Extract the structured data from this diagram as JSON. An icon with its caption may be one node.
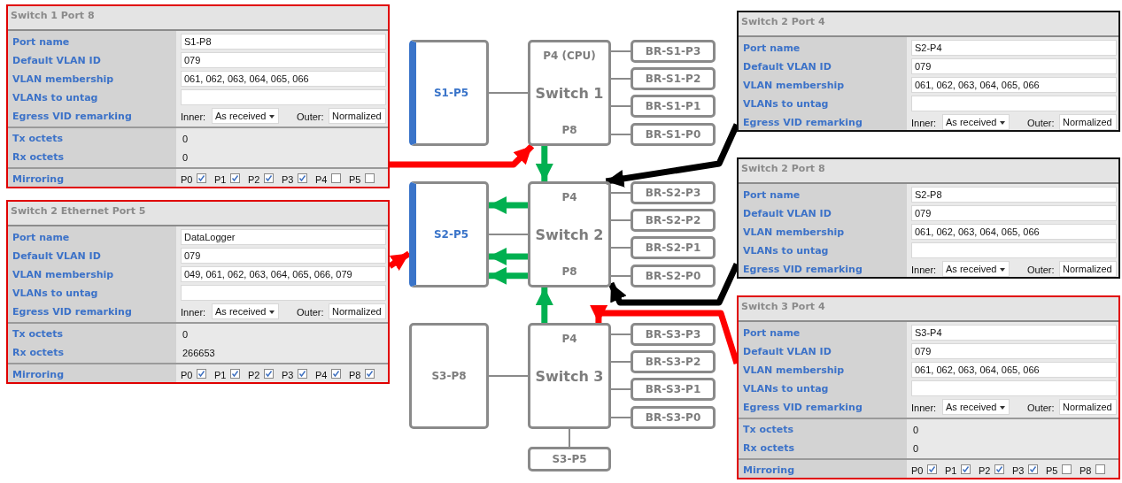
{
  "diagram": {
    "nodes": [
      {
        "text": [
          "Switch 1 Port 8",
          "Port name",
          "S1-P8",
          "Default VLAN ID",
          "079",
          "VLAN membership",
          "061, 062, 063, 064, 065, 066",
          "VLANs to untag",
          "Egress VID remarking",
          "Inner:",
          "As received",
          "Outer:",
          "Normalized",
          "Tx octets",
          "0",
          "Rx octets",
          "0",
          "Mirroring",
          "P0",
          "P1",
          "P2",
          "P3",
          "P4",
          "P5"
        ]
      },
      {
        "text": [
          "Switch 2 Ethernet Port 5",
          "Port name",
          "DataLogger",
          "Default VLAN ID",
          "079",
          "VLAN membership",
          "049, 061, 062, 063, 064, 065, 066, 079",
          "VLANs to untag",
          "Egress VID remarking",
          "Inner:",
          "As received",
          "Outer:",
          "Normalized",
          "Tx octets",
          "0",
          "Rx octets",
          "266653",
          "Mirroring",
          "P0",
          "P1",
          "P2",
          "P3",
          "P4",
          "P8"
        ]
      },
      {
        "text": [
          "S1-P5"
        ]
      },
      {
        "text": [
          "P4 (CPU)",
          "Switch 1",
          "P8"
        ]
      },
      {
        "text": [
          "BR-S1-P3"
        ]
      },
      {
        "text": [
          "BR-S1-P2"
        ]
      },
      {
        "text": [
          "BR-S1-P1"
        ]
      },
      {
        "text": [
          "BR-S1-P0"
        ]
      },
      {
        "text": [
          "S2-P5"
        ]
      },
      {
        "text": [
          "P4",
          "Switch 2",
          "P8"
        ]
      },
      {
        "text": [
          "BR-S2-P3"
        ]
      },
      {
        "text": [
          "BR-S2-P2"
        ]
      },
      {
        "text": [
          "BR-S2-P1"
        ]
      },
      {
        "text": [
          "BR-S2-P0"
        ]
      },
      {
        "text": [
          "S3-P8"
        ]
      },
      {
        "text": [
          "P4",
          "Switch 3"
        ]
      },
      {
        "text": [
          "BR-S3-P3"
        ]
      },
      {
        "text": [
          "BR-S3-P2"
        ]
      },
      {
        "text": [
          "BR-S3-P1"
        ]
      },
      {
        "text": [
          "BR-S3-P0"
        ]
      },
      {
        "text": [
          "S3-P5"
        ]
      },
      {
        "text": [
          "Switch 2 Port 4",
          "Port name",
          "S2-P4",
          "Default VLAN ID",
          "079",
          "VLAN membership",
          "061, 062, 063, 064, 065, 066",
          "VLANs to untag",
          "Egress VID remarking",
          "Inner:",
          "As received",
          "Outer:",
          "Normalized"
        ]
      },
      {
        "text": [
          "Switch 2 Port 8",
          "Port name",
          "S2-P8",
          "Default VLAN ID",
          "079",
          "VLAN membership",
          "061, 062, 063, 064, 065, 066",
          "VLANs to untag",
          "Egress VID remarking",
          "Inner:",
          "As received",
          "Outer:",
          "Normalized"
        ]
      },
      {
        "text": [
          "Switch 3 Port 4",
          "Port name",
          "S3-P4",
          "Default VLAN ID",
          "079",
          "VLAN membership",
          "061, 062, 063, 064, 065, 066",
          "VLANs to untag",
          "Egress VID remarking",
          "Inner:",
          "As received",
          "Outer:",
          "Normalized",
          "Tx octets",
          "0",
          "Rx octets",
          "0",
          "Mirroring",
          "P0",
          "P1",
          "P2",
          "P3",
          "P5",
          "P8"
        ]
      }
    ],
    "edges": [
      {
        "from": 2,
        "to": 3,
        "arrow": "none"
      },
      {
        "from": 3,
        "to": 4,
        "arrow": "none"
      },
      {
        "from": 3,
        "to": 5,
        "arrow": "none"
      },
      {
        "from": 3,
        "to": 6,
        "arrow": "none"
      },
      {
        "from": 3,
        "to": 7,
        "arrow": "none"
      },
      {
        "from": 8,
        "to": 9,
        "arrow": "none"
      },
      {
        "from": 9,
        "to": 10,
        "arrow": "none"
      },
      {
        "from": 9,
        "to": 11,
        "arrow": "none"
      },
      {
        "from": 9,
        "to": 12,
        "arrow": "none"
      },
      {
        "from": 9,
        "to": 13,
        "arrow": "none"
      },
      {
        "from": 14,
        "to": 15,
        "arrow": "none"
      },
      {
        "from": 15,
        "to": 16,
        "arrow": "none"
      },
      {
        "from": 15,
        "to": 17,
        "arrow": "none"
      },
      {
        "from": 15,
        "to": 18,
        "arrow": "none"
      },
      {
        "from": 15,
        "to": 19,
        "arrow": "none"
      },
      {
        "from": 15,
        "to": 20,
        "arrow": "none"
      },
      {
        "from": 0,
        "to": 3,
        "arrow": "to",
        "style": "thick",
        "color": "#ff0000"
      },
      {
        "from": 1,
        "to": 8,
        "arrow": "to",
        "style": "thick",
        "color": "#ff0000"
      },
      {
        "from": 21,
        "to": 9,
        "arrow": "to",
        "style": "thick",
        "color": "#000000"
      },
      {
        "from": 22,
        "to": 9,
        "arrow": "to",
        "style": "thick",
        "color": "#000000"
      },
      {
        "from": 23,
        "to": 15,
        "arrow": "to",
        "style": "thick",
        "color": "#ff0000"
      },
      {
        "from": 3,
        "to": 9,
        "arrow": "to",
        "style": "thick",
        "color": "#00b050"
      },
      {
        "from": 9,
        "to": 8,
        "arrow": "to",
        "style": "thick",
        "color": "#00b050"
      },
      {
        "from": 9,
        "to": 8,
        "arrow": "to",
        "style": "thick",
        "color": "#00b050"
      },
      {
        "from": 9,
        "to": 8,
        "arrow": "to",
        "style": "thick",
        "color": "#00b050"
      },
      {
        "from": 15,
        "to": 9,
        "arrow": "to",
        "style": "thick",
        "color": "#00b050"
      }
    ]
  }
}
